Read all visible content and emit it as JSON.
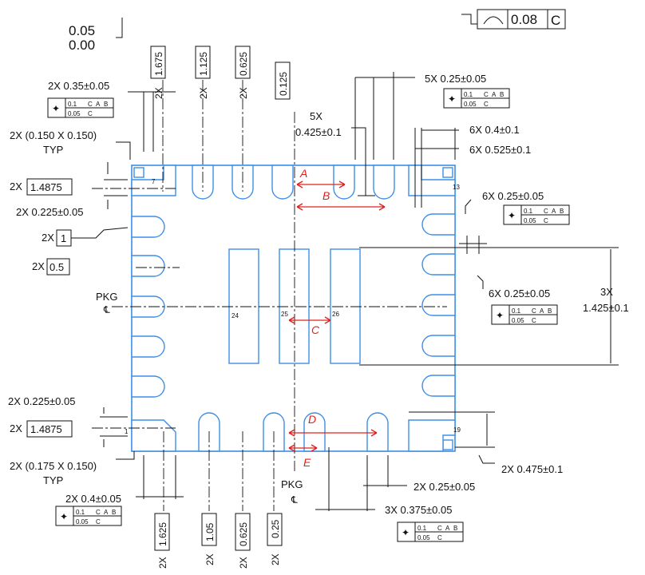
{
  "top_profile": {
    "upper": "0.05",
    "lower": "0.00",
    "tolerance": "0.08",
    "datum": "C"
  },
  "dimensions": {
    "d_1675": "1.675",
    "d_1125": "1.125",
    "d_0625_top": "0.625",
    "d_0125": "0.125",
    "d_mult_2x": "2X",
    "d_mult_5x": "5X",
    "pitch_035": "2X 0.35±0.05",
    "corner_top": "2X (0.150 X 0.150)",
    "typ_top": "TYP",
    "box_14875_top": "1.4875",
    "d_0225_top": "2X 0.225±0.05",
    "box_1": "1",
    "box_05": "0.5",
    "mult_2x_box": "2X",
    "pkg_left": "PKG",
    "d_0225_bot": "2X 0.225±0.05",
    "box_14875_bot": "1.4875",
    "corner_bot": "2X (0.175 X 0.150)",
    "typ_bot": "TYP",
    "d_04_bot": "2X 0.4±0.05",
    "d_1625": "1.625",
    "d_105": "1.05",
    "d_0625_bot": "0.625",
    "d_025_bot": "0.25",
    "pkg_bottom": "PKG",
    "d_5x_025": "5X 0.25±0.05",
    "d_0425": "0.425±0.1",
    "d_6x_04": "6X 0.4±0.1",
    "d_6x_0525": "6X 0.525±0.1",
    "d_6x_025_a": "6X 0.25±0.05",
    "d_6x_025_b": "6X 0.25±0.05",
    "d_3x": "3X",
    "d_1425": "1.425±0.1",
    "d_0475": "2X 0.475±0.1",
    "d_025_right": "2X 0.25±0.05",
    "d_0375": "3X 0.375±0.05"
  },
  "fcf": {
    "tol1": "0.1",
    "tol2": "0.05",
    "datums": [
      "C",
      "A",
      "B"
    ],
    "datum2": "C"
  },
  "pin_labels": {
    "p7": "7",
    "p13": "13",
    "p1": "1",
    "p19": "19",
    "p24": "24",
    "p25": "25",
    "p26": "26"
  },
  "annotations": {
    "a": "A",
    "b": "B",
    "c": "C",
    "d": "D",
    "e": "E"
  },
  "colors": {
    "outline": "#3d8ee8",
    "annotation": "#e0201c",
    "ink": "#111111"
  }
}
